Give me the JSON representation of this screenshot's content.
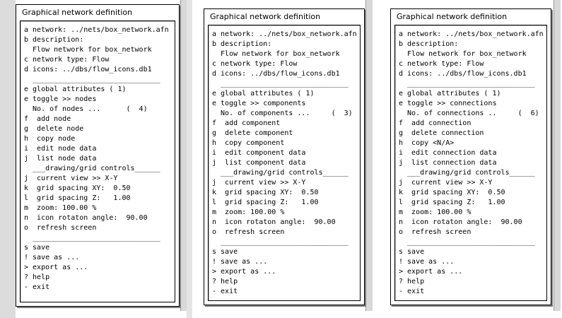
{
  "panels": [
    {
      "title": "Graphical network definition",
      "rows": [
        "a network: ../nets/box_network.afn",
        "b description:",
        "  Flow network for box_network",
        "c network type: Flow",
        "d icons: ../dbs/flow_icons.db1",
        "  ______________________________",
        "e global attributes ( 1)",
        "e toggle >> nodes",
        "  No. of nodes ...      (  4)",
        "f  add node",
        "g  delete node",
        "h  copy node",
        "i  edit node data",
        "j  list node data",
        "  ___drawing/grid controls______",
        "j  current view >> X-Y",
        "k  grid spacing XY:  0.50",
        "l  grid spacing Z:   1.00",
        "m  zoom: 100.00 %",
        "n  icon rotaton angle:  90.00",
        "o  refresh screen",
        "  ______________________________",
        "s save",
        "! save as ...",
        "> export as ...",
        "? help",
        "- exit"
      ]
    },
    {
      "title": "Graphical network definition",
      "rows": [
        "a network: ../nets/box_network.afn",
        "b description:",
        "  Flow network for box_network",
        "c network type: Flow",
        "d icons: ../dbs/flow_icons.db1",
        "  ______________________________",
        "e global attributes ( 1)",
        "e toggle >> components",
        "  No. of components ...     (  3)",
        "f  add component",
        "g  delete component",
        "h  copy component",
        "i  edit component data",
        "j  list component data",
        "  ___drawing/grid controls______",
        "j  current view >> X-Y",
        "k  grid spacing XY:  0.50",
        "l  grid spacing Z:   1.00",
        "m  zoom: 100.00 %",
        "n  icon rotaton angle:  90.00",
        "o  refresh screen",
        "  ______________________________",
        "s save",
        "! save as ...",
        "> export as ...",
        "? help",
        "- exit"
      ]
    },
    {
      "title": "Graphical network definition",
      "rows": [
        "a network: ../nets/box_network.afn",
        "b description:",
        "  Flow network for box_network",
        "c network type: Flow",
        "d icons: ../dbs/flow_icons.db1",
        "  ______________________________",
        "e global attributes ( 1)",
        "e toggle >> connections",
        "  No. of connections ..     (  6)",
        "f  add connection",
        "g  delete connection",
        "h  copy <N/A>",
        "i  edit connection data",
        "j  list connection data",
        "  ___drawing/grid controls______",
        "j  current view >> X-Y",
        "k  grid spacing XY:  0.50",
        "l  grid spacing Z:   1.00",
        "m  zoom: 100.00 %",
        "n  icon rotaton angle:  90.00",
        "o  refresh screen",
        "  ______________________________",
        "s save",
        "! save as ...",
        "> export as ...",
        "? help",
        "- exit"
      ]
    }
  ]
}
